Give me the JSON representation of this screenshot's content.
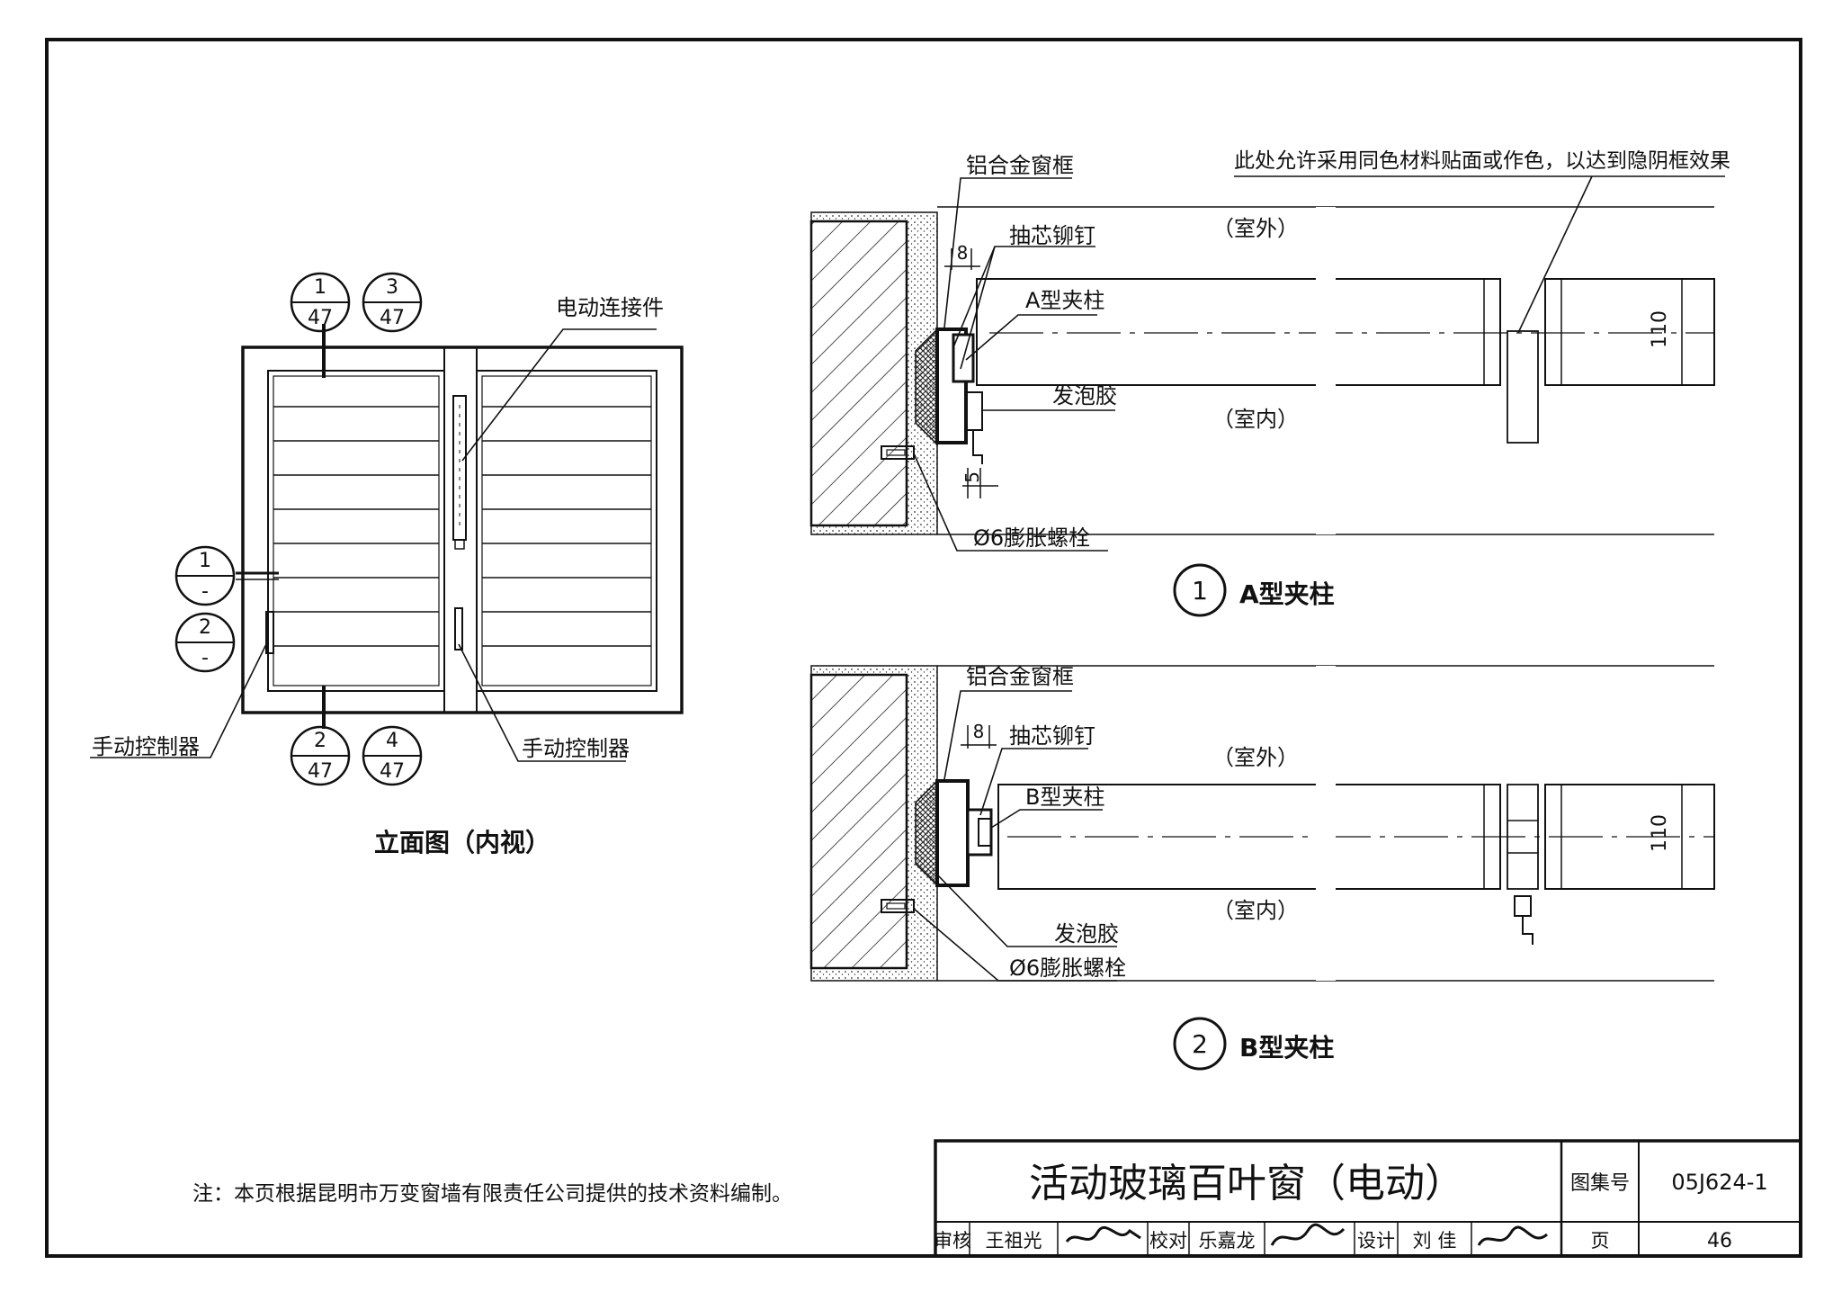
{
  "elevation": {
    "title": "立面图（内视）",
    "callouts": [
      {
        "top": "1",
        "bottom": "47"
      },
      {
        "top": "3",
        "bottom": "47"
      },
      {
        "top": "2",
        "bottom": "47"
      },
      {
        "top": "4",
        "bottom": "47"
      },
      {
        "top": "1",
        "bottom": "-"
      },
      {
        "top": "2",
        "bottom": "-"
      }
    ],
    "labels": {
      "motor_connector": "电动连接件",
      "manual_controller_left": "手动控制器",
      "manual_controller_right": "手动控制器"
    }
  },
  "detail1": {
    "number": "1",
    "title": "A型夹柱",
    "labels": {
      "frame": "铝合金窗框",
      "note": "此处允许采用同色材料贴面或作色，以达到隐阴框效果",
      "outdoor": "（室外）",
      "indoor": "（室内）",
      "rivet": "抽芯铆钉",
      "clamp": "A型夹柱",
      "foam": "发泡胶",
      "bolt": "Ø6膨胀螺栓",
      "dim8": "8",
      "dim5": "5",
      "dim110": "110"
    }
  },
  "detail2": {
    "number": "2",
    "title": "B型夹柱",
    "labels": {
      "frame": "铝合金窗框",
      "outdoor": "（室外）",
      "indoor": "（室内）",
      "rivet": "抽芯铆钉",
      "clamp": "B型夹柱",
      "foam": "发泡胶",
      "bolt": "Ø6膨胀螺栓",
      "dim8": "8",
      "dim110": "110"
    }
  },
  "note": "注：本页根据昆明市万变窗墙有限责任公司提供的技术资料编制。",
  "title_block": {
    "title": "活动玻璃百叶窗（电动）",
    "atlas_label": "图集号",
    "atlas_no": "05J624-1",
    "review_label": "审核",
    "reviewer": "王祖光",
    "check_label": "校对",
    "checker": "乐嘉龙",
    "design_label": "设计",
    "designer": "刘 佳",
    "page_label": "页",
    "page_no": "46"
  }
}
